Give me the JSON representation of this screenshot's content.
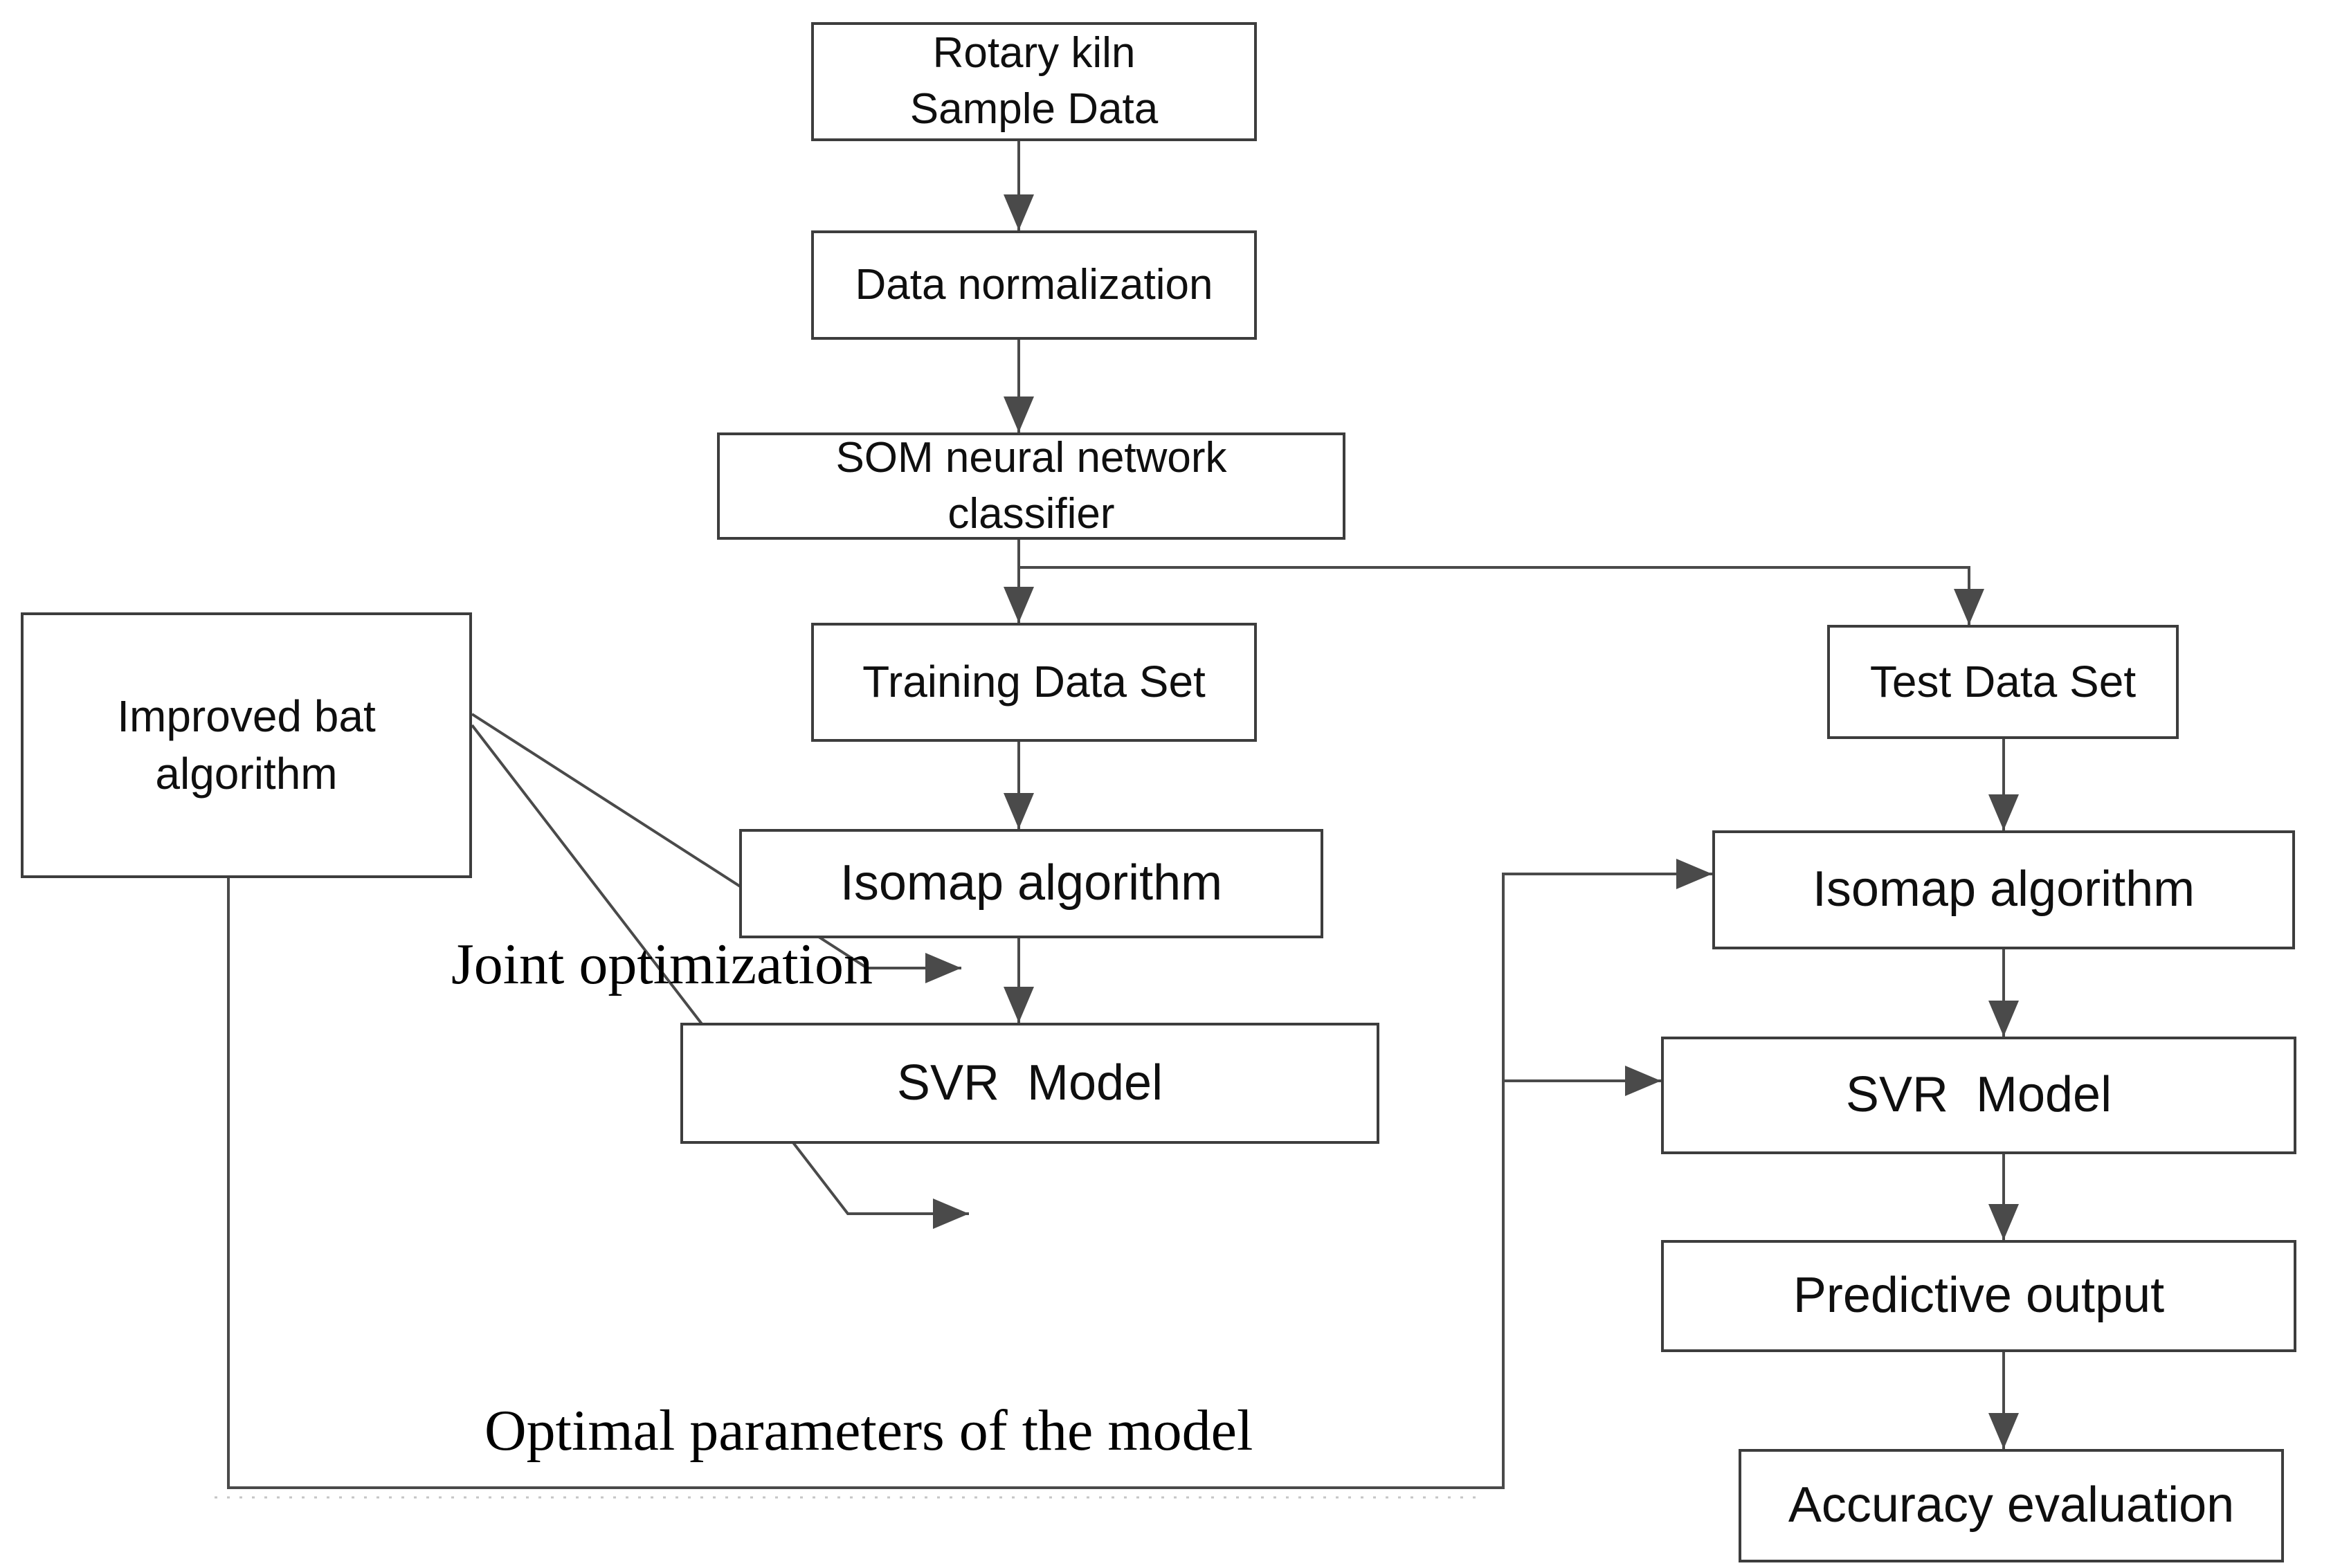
{
  "colors": {
    "background": "#ffffff",
    "box_border": "#3d3d3d",
    "box_fill": "#ffffff",
    "line": "#4a4a4a",
    "text": "#0f0f0f"
  },
  "nodes": {
    "rotary": {
      "line1": "Rotary kiln",
      "line2": "Sample Data"
    },
    "data_normalization": {
      "label": "Data normalization"
    },
    "som": {
      "line1": "SOM neural network",
      "line2": "classifier"
    },
    "training": {
      "label": "Training Data Set"
    },
    "test": {
      "label": "Test Data Set"
    },
    "isomap_left": {
      "label": "Isomap algorithm"
    },
    "isomap_right": {
      "label": "Isomap algorithm"
    },
    "svr_left": {
      "label": "SVR  Model"
    },
    "svr_right": {
      "label": "SVR  Model"
    },
    "predictive": {
      "label": "Predictive output"
    },
    "accuracy": {
      "label": "Accuracy evaluation"
    },
    "bat": {
      "line1": "Improved bat",
      "line2": "algorithm"
    }
  },
  "annotations": {
    "joint_optimization": "Joint optimization",
    "optimal_parameters": "Optimal parameters of the model"
  }
}
